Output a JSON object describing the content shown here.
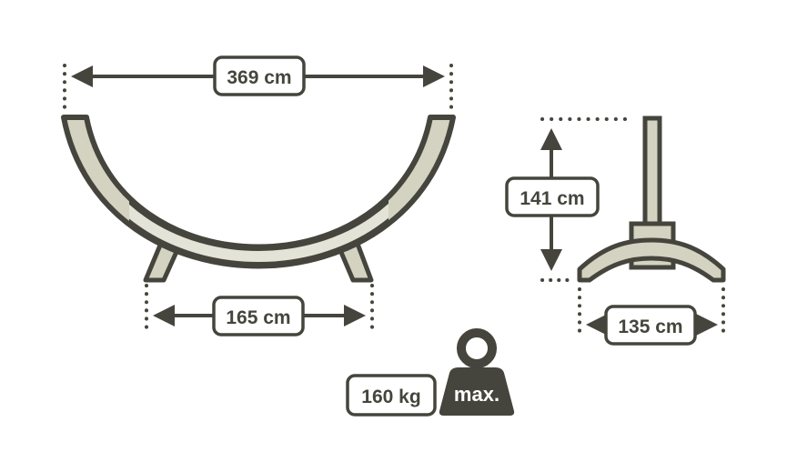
{
  "colors": {
    "stroke": "#45453d",
    "fill": "#d4d2c0",
    "fill_light": "#e4e3d7",
    "dots": "#45453d"
  },
  "dimensions": {
    "overall_width": "369 cm",
    "base_length": "165 cm",
    "height": "141 cm",
    "base_depth": "135 cm"
  },
  "max_load": {
    "value": "160 kg",
    "icon_label": "max.",
    "icon": "weight-icon"
  }
}
